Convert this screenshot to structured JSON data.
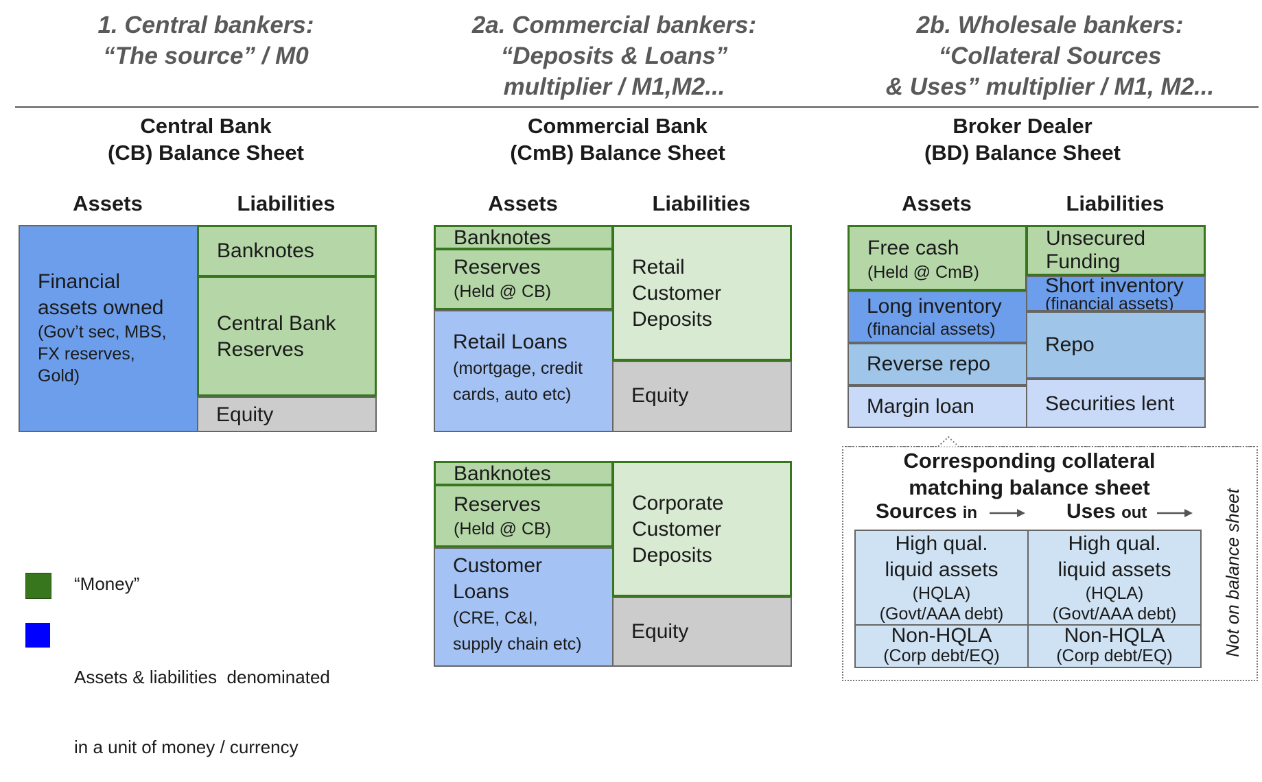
{
  "columns": [
    {
      "lines": [
        "1. Central bankers:",
        "“The source” / M0"
      ]
    },
    {
      "lines": [
        "2a. Commercial bankers:",
        "“Deposits & Loans”",
        "multiplier / M1,M2..."
      ]
    },
    {
      "lines": [
        "2b. Wholesale bankers:",
        "“Collateral Sources",
        "& Uses” multiplier / M1, M2..."
      ]
    }
  ],
  "sheets": {
    "cb": {
      "title_1": "Central Bank",
      "title_2": "(CB) Balance Sheet",
      "assets": "Assets",
      "liabilities": "Liabilities"
    },
    "cmb": {
      "title_1": "Commercial Bank",
      "title_2": "(CmB) Balance Sheet",
      "assets": "Assets",
      "liabilities": "Liabilities"
    },
    "bd": {
      "title_1": "Broker Dealer",
      "title_2": "(BD) Balance Sheet",
      "assets": "Assets",
      "liabilities": "Liabilities"
    }
  },
  "cb": {
    "fin_assets_1": "Financial",
    "fin_assets_2": "assets owned",
    "fin_assets_sub_1": "(Gov’t sec, MBS,",
    "fin_assets_sub_2": "FX reserves,",
    "fin_assets_sub_3": "Gold)",
    "banknotes": "Banknotes",
    "reserves_1": "Central Bank",
    "reserves_2": "Reserves",
    "equity": "Equity"
  },
  "cmb_retail": {
    "banknotes": "Banknotes",
    "reserves": "Reserves",
    "reserves_sub": "(Held @ CB)",
    "loans": "Retail Loans",
    "loans_sub_1": "(mortgage, credit",
    "loans_sub_2": "cards, auto etc)",
    "deposits_1": "Retail",
    "deposits_2": "Customer",
    "deposits_3": "Deposits",
    "equity": "Equity"
  },
  "cmb_corp": {
    "banknotes": "Banknotes",
    "reserves": "Reserves",
    "reserves_sub": "(Held @ CB)",
    "loans_1": "Customer",
    "loans_2": "Loans",
    "loans_sub_1": "(CRE, C&I,",
    "loans_sub_2": "supply chain etc)",
    "deposits_1": "Corporate",
    "deposits_2": "Customer",
    "deposits_3": "Deposits",
    "equity": "Equity"
  },
  "bd": {
    "free_cash": "Free cash",
    "free_cash_sub": "(Held @ CmB)",
    "long_inv": "Long inventory",
    "long_inv_sub": "(financial assets)",
    "reverse_repo": "Reverse repo",
    "margin_loan": "Margin loan",
    "unsecured_1": "Unsecured",
    "unsecured_2": "Funding",
    "short_inv": "Short inventory",
    "short_inv_sub": "(financial assets)",
    "repo": "Repo",
    "sec_lent": "Securities lent"
  },
  "collateral": {
    "title_1": "Corresponding collateral",
    "title_2": "matching balance sheet",
    "sources": "Sources",
    "sources_dir": "in",
    "uses": "Uses",
    "uses_dir": "out",
    "hqla_1": "High qual.",
    "hqla_2": "liquid assets",
    "hqla_3": "(HQLA)",
    "hqla_4": "(Govt/AAA debt)",
    "nonhqla": "Non-HQLA",
    "nonhqla_sub": "(Corp debt/EQ)",
    "side_note": "Not on balance sheet"
  },
  "legend": {
    "money": "“Money”",
    "assets_1": "Assets & liabilities  denominated",
    "assets_2": "in a unit of money / currency",
    "colors": {
      "money": "#38761d",
      "assets": "#0000ff"
    }
  }
}
